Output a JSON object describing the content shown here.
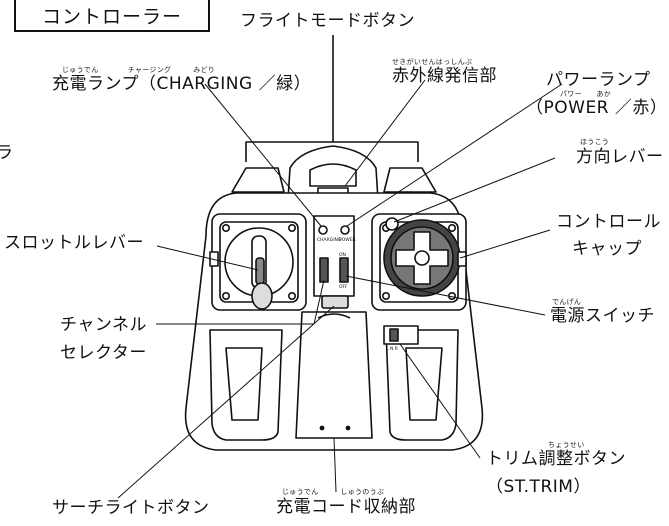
{
  "title": "コントローラー",
  "labels": {
    "flight_mode": "フライトモードボタン",
    "charge_lamp": "充電ランプ（CHARGING ／緑）",
    "charge_lamp_ruby": "じゅうでん　　　　チャージング　　　みどり",
    "ir_emitter": "赤外線発信部",
    "ir_emitter_ruby": "せきがいせんはっしんぶ",
    "power_lamp_1": "パワーランプ",
    "power_lamp_2": "（POWER ／赤）",
    "power_lamp_ruby": "パワー　　あか",
    "left_edge": "ラ",
    "direction_lever": "方向レバー",
    "direction_lever_ruby": "ほうこう",
    "throttle_lever": "スロットルレバー",
    "control_cap_1": "コントロール",
    "control_cap_2": "キャップ",
    "channel_selector_1": "チャンネル",
    "channel_selector_2": "セレクター",
    "power_switch": "電源スイッチ",
    "power_switch_ruby": "でんげん",
    "trim_button_1": "トリム調整ボタン",
    "trim_button_ruby": "ちょうせい",
    "trim_button_2": "（ST.TRIM）",
    "search_light": "サーチライトボタン",
    "cord_storage": "充電コード収納部",
    "cord_storage_ruby": "じゅうでん　　　しゅうのうぶ"
  },
  "panel_labels": {
    "charging": "CHARGING",
    "power": "POWER",
    "on": "ON",
    "off": "OFF",
    "trim_scale": "L  N  R"
  }
}
